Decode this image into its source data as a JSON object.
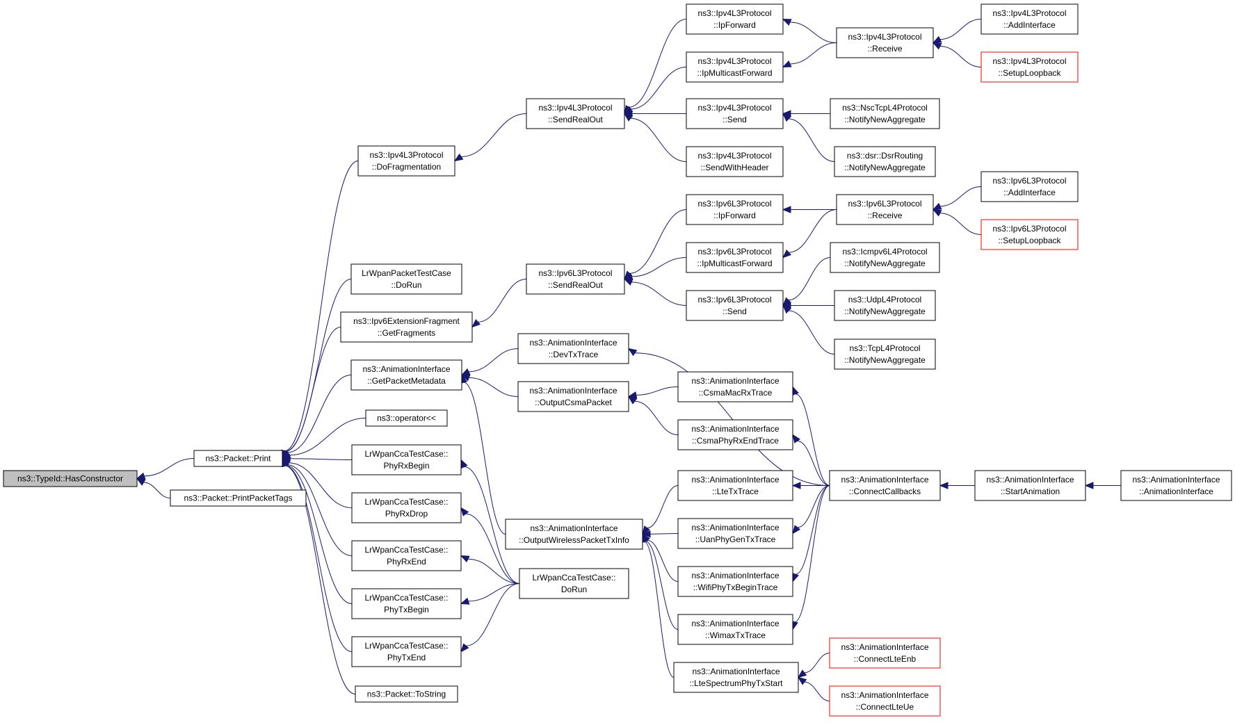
{
  "nodes": [
    {
      "id": "root",
      "lines": [
        "ns3::TypeId::HasConstructor"
      ],
      "root": true
    },
    {
      "id": "print",
      "lines": [
        "ns3::Packet::Print"
      ]
    },
    {
      "id": "printTags",
      "lines": [
        "ns3::Packet::PrintPacketTags"
      ]
    },
    {
      "id": "v4DoFrag",
      "lines": [
        "ns3::Ipv4L3Protocol",
        "::DoFragmentation"
      ]
    },
    {
      "id": "lrPkt",
      "lines": [
        "LrWpanPacketTestCase",
        "::DoRun"
      ]
    },
    {
      "id": "v6ExtFrag",
      "lines": [
        "ns3::Ipv6ExtensionFragment",
        "::GetFragments"
      ]
    },
    {
      "id": "aiGetMeta",
      "lines": [
        "ns3::AnimationInterface",
        "::GetPacketMetadata"
      ]
    },
    {
      "id": "opShift",
      "lines": [
        "ns3::operator<<"
      ]
    },
    {
      "id": "ccaRxBegin",
      "lines": [
        "LrWpanCcaTestCase::",
        "PhyRxBegin"
      ]
    },
    {
      "id": "ccaRxDrop",
      "lines": [
        "LrWpanCcaTestCase::",
        "PhyRxDrop"
      ]
    },
    {
      "id": "ccaRxEnd",
      "lines": [
        "LrWpanCcaTestCase::",
        "PhyRxEnd"
      ]
    },
    {
      "id": "ccaTxBegin",
      "lines": [
        "LrWpanCcaTestCase::",
        "PhyTxBegin"
      ]
    },
    {
      "id": "ccaTxEnd",
      "lines": [
        "LrWpanCcaTestCase::",
        "PhyTxEnd"
      ]
    },
    {
      "id": "toString",
      "lines": [
        "ns3::Packet::ToString"
      ]
    },
    {
      "id": "v4SendRealOut",
      "lines": [
        "ns3::Ipv4L3Protocol",
        "::SendRealOut"
      ]
    },
    {
      "id": "v6SendRealOut",
      "lines": [
        "ns3::Ipv6L3Protocol",
        "::SendRealOut"
      ]
    },
    {
      "id": "aiDevTx",
      "lines": [
        "ns3::AnimationInterface",
        "::DevTxTrace"
      ]
    },
    {
      "id": "aiOutCsma",
      "lines": [
        "ns3::AnimationInterface",
        "::OutputCsmaPacket"
      ]
    },
    {
      "id": "aiOutWifi",
      "lines": [
        "ns3::AnimationInterface",
        "::OutputWirelessPacketTxInfo"
      ]
    },
    {
      "id": "ccaDoRun",
      "lines": [
        "LrWpanCcaTestCase::",
        "DoRun"
      ]
    },
    {
      "id": "v4IpFwd",
      "lines": [
        "ns3::Ipv4L3Protocol",
        "::IpForward"
      ]
    },
    {
      "id": "v4IpMc",
      "lines": [
        "ns3::Ipv4L3Protocol",
        "::IpMulticastForward"
      ]
    },
    {
      "id": "v4Send",
      "lines": [
        "ns3::Ipv4L3Protocol",
        "::Send"
      ]
    },
    {
      "id": "v4SendHdr",
      "lines": [
        "ns3::Ipv4L3Protocol",
        "::SendWithHeader"
      ]
    },
    {
      "id": "v6IpFwd",
      "lines": [
        "ns3::Ipv6L3Protocol",
        "::IpForward"
      ]
    },
    {
      "id": "v6IpMc",
      "lines": [
        "ns3::Ipv6L3Protocol",
        "::IpMulticastForward"
      ]
    },
    {
      "id": "v6Send",
      "lines": [
        "ns3::Ipv6L3Protocol",
        "::Send"
      ]
    },
    {
      "id": "aiCsmaMac",
      "lines": [
        "ns3::AnimationInterface",
        "::CsmaMacRxTrace"
      ]
    },
    {
      "id": "aiCsmaPhy",
      "lines": [
        "ns3::AnimationInterface",
        "::CsmaPhyRxEndTrace"
      ]
    },
    {
      "id": "aiLteTx",
      "lines": [
        "ns3::AnimationInterface",
        "::LteTxTrace"
      ]
    },
    {
      "id": "aiUan",
      "lines": [
        "ns3::AnimationInterface",
        "::UanPhyGenTxTrace"
      ]
    },
    {
      "id": "aiWifiPhy",
      "lines": [
        "ns3::AnimationInterface",
        "::WifiPhyTxBeginTrace"
      ]
    },
    {
      "id": "aiWimax",
      "lines": [
        "ns3::AnimationInterface",
        "::WimaxTxTrace"
      ]
    },
    {
      "id": "aiLteSpec",
      "lines": [
        "ns3::AnimationInterface",
        "::LteSpectrumPhyTxStart"
      ]
    },
    {
      "id": "v4Receive",
      "lines": [
        "ns3::Ipv4L3Protocol",
        "::Receive"
      ]
    },
    {
      "id": "nscTcp",
      "lines": [
        "ns3::NscTcpL4Protocol",
        "::NotifyNewAggregate"
      ]
    },
    {
      "id": "dsr",
      "lines": [
        "ns3::dsr::DsrRouting",
        "::NotifyNewAggregate"
      ]
    },
    {
      "id": "v6Receive",
      "lines": [
        "ns3::Ipv6L3Protocol",
        "::Receive"
      ]
    },
    {
      "id": "icmpv6",
      "lines": [
        "ns3::Icmpv6L4Protocol",
        "::NotifyNewAggregate"
      ]
    },
    {
      "id": "udp",
      "lines": [
        "ns3::UdpL4Protocol",
        "::NotifyNewAggregate"
      ]
    },
    {
      "id": "tcp",
      "lines": [
        "ns3::TcpL4Protocol",
        "::NotifyNewAggregate"
      ]
    },
    {
      "id": "aiConnCb",
      "lines": [
        "ns3::AnimationInterface",
        "::ConnectCallbacks"
      ]
    },
    {
      "id": "aiLteEnb",
      "lines": [
        "ns3::AnimationInterface",
        "::ConnectLteEnb"
      ],
      "red": true
    },
    {
      "id": "aiLteUe",
      "lines": [
        "ns3::AnimationInterface",
        "::ConnectLteUe"
      ],
      "red": true
    },
    {
      "id": "v4AddIf",
      "lines": [
        "ns3::Ipv4L3Protocol",
        "::AddInterface"
      ]
    },
    {
      "id": "v4Loop",
      "lines": [
        "ns3::Ipv4L3Protocol",
        "::SetupLoopback"
      ],
      "red": true
    },
    {
      "id": "v6AddIf",
      "lines": [
        "ns3::Ipv6L3Protocol",
        "::AddInterface"
      ]
    },
    {
      "id": "v6Loop",
      "lines": [
        "ns3::Ipv6L3Protocol",
        "::SetupLoopback"
      ],
      "red": true
    },
    {
      "id": "aiStart",
      "lines": [
        "ns3::AnimationInterface",
        "::StartAnimation"
      ]
    },
    {
      "id": "aiCtor",
      "lines": [
        "ns3::AnimationInterface",
        "::AnimationInterface"
      ]
    }
  ],
  "edges": [
    [
      "print",
      "root"
    ],
    [
      "printTags",
      "root"
    ],
    [
      "v4DoFrag",
      "print"
    ],
    [
      "lrPkt",
      "print"
    ],
    [
      "v6ExtFrag",
      "print"
    ],
    [
      "aiGetMeta",
      "print"
    ],
    [
      "opShift",
      "print"
    ],
    [
      "ccaRxBegin",
      "print"
    ],
    [
      "ccaRxDrop",
      "print"
    ],
    [
      "ccaRxEnd",
      "print"
    ],
    [
      "ccaTxBegin",
      "print"
    ],
    [
      "ccaTxEnd",
      "print"
    ],
    [
      "toString",
      "print"
    ],
    [
      "v4SendRealOut",
      "v4DoFrag"
    ],
    [
      "v6SendRealOut",
      "v6ExtFrag"
    ],
    [
      "aiDevTx",
      "aiGetMeta"
    ],
    [
      "aiOutCsma",
      "aiGetMeta"
    ],
    [
      "aiOutWifi",
      "aiGetMeta"
    ],
    [
      "ccaDoRun",
      "ccaRxBegin"
    ],
    [
      "ccaDoRun",
      "ccaRxDrop"
    ],
    [
      "ccaDoRun",
      "ccaRxEnd"
    ],
    [
      "ccaDoRun",
      "ccaTxBegin"
    ],
    [
      "ccaDoRun",
      "ccaTxEnd"
    ],
    [
      "v4IpFwd",
      "v4SendRealOut"
    ],
    [
      "v4IpMc",
      "v4SendRealOut"
    ],
    [
      "v4Send",
      "v4SendRealOut"
    ],
    [
      "v4SendHdr",
      "v4SendRealOut"
    ],
    [
      "v6IpFwd",
      "v6SendRealOut"
    ],
    [
      "v6IpMc",
      "v6SendRealOut"
    ],
    [
      "v6Send",
      "v6SendRealOut"
    ],
    [
      "aiConnCb",
      "aiDevTx"
    ],
    [
      "aiCsmaMac",
      "aiOutCsma"
    ],
    [
      "aiCsmaPhy",
      "aiOutCsma"
    ],
    [
      "aiLteTx",
      "aiOutWifi"
    ],
    [
      "aiUan",
      "aiOutWifi"
    ],
    [
      "aiWifiPhy",
      "aiOutWifi"
    ],
    [
      "aiWimax",
      "aiOutWifi"
    ],
    [
      "aiLteSpec",
      "aiOutWifi"
    ],
    [
      "v4Receive",
      "v4IpFwd"
    ],
    [
      "v4Receive",
      "v4IpMc"
    ],
    [
      "nscTcp",
      "v4Send"
    ],
    [
      "dsr",
      "v4Send"
    ],
    [
      "v6Receive",
      "v6IpFwd"
    ],
    [
      "v6Receive",
      "v6IpMc"
    ],
    [
      "icmpv6",
      "v6Send"
    ],
    [
      "udp",
      "v6Send"
    ],
    [
      "tcp",
      "v6Send"
    ],
    [
      "aiConnCb",
      "aiCsmaMac"
    ],
    [
      "aiConnCb",
      "aiCsmaPhy"
    ],
    [
      "aiConnCb",
      "aiLteTx"
    ],
    [
      "aiConnCb",
      "aiUan"
    ],
    [
      "aiConnCb",
      "aiWifiPhy"
    ],
    [
      "aiConnCb",
      "aiWimax"
    ],
    [
      "aiLteEnb",
      "aiLteSpec"
    ],
    [
      "aiLteUe",
      "aiLteSpec"
    ],
    [
      "v4AddIf",
      "v4Receive"
    ],
    [
      "v4Loop",
      "v4Receive"
    ],
    [
      "v6AddIf",
      "v6Receive"
    ],
    [
      "v6Loop",
      "v6Receive"
    ],
    [
      "aiStart",
      "aiConnCb"
    ],
    [
      "aiCtor",
      "aiStart"
    ]
  ]
}
